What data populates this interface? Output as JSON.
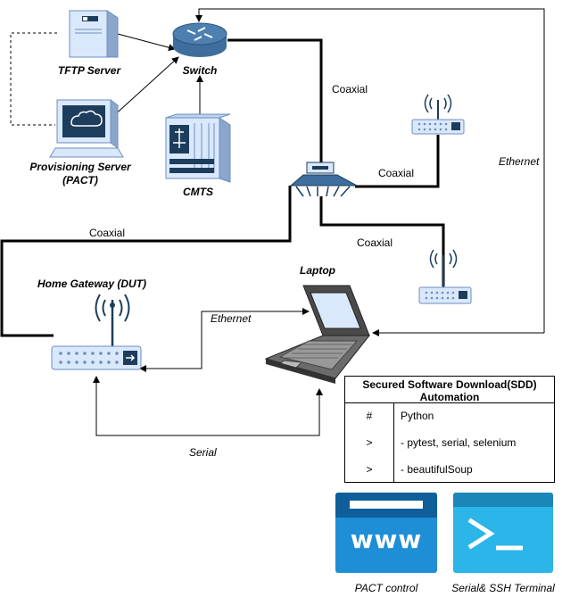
{
  "nodes": {
    "tftp_server": "TFTP Server",
    "provisioning_server": "Provisioning Server\n(PACT)",
    "switch": "Switch",
    "cmts": "CMTS",
    "home_gateway": "Home Gateway (DUT)",
    "laptop": "Laptop"
  },
  "links": {
    "coaxial_1": "Coaxial",
    "coaxial_2": "Coaxial",
    "coaxial_3": "Coaxial",
    "coaxial_4": "Coaxial",
    "ethernet_right": "Ethernet",
    "ethernet_laptop": "Ethernet",
    "serial": "Serial"
  },
  "automation": {
    "title": "Secured Software Download(SDD)\nAutomation",
    "rows": [
      {
        "key": "#",
        "value": "Python"
      },
      {
        "key": ">",
        "value": "- pytest, serial, selenium"
      },
      {
        "key": ">",
        "value": "- beautifulSoup"
      }
    ]
  },
  "tools": {
    "pact_control": {
      "label": "PACT control",
      "glyph": "www",
      "icon": "web-browser-icon",
      "color": "#1e8fd6"
    },
    "terminal": {
      "label": "Serial& SSH Terminal",
      "glyph": ">_",
      "icon": "terminal-icon",
      "color": "#2bb5e8"
    }
  },
  "colors": {
    "device_fill": "#dae8fc",
    "device_stroke": "#6c8ebf",
    "icon_dark": "#1d3d5c",
    "router": "#3d6e9c"
  }
}
